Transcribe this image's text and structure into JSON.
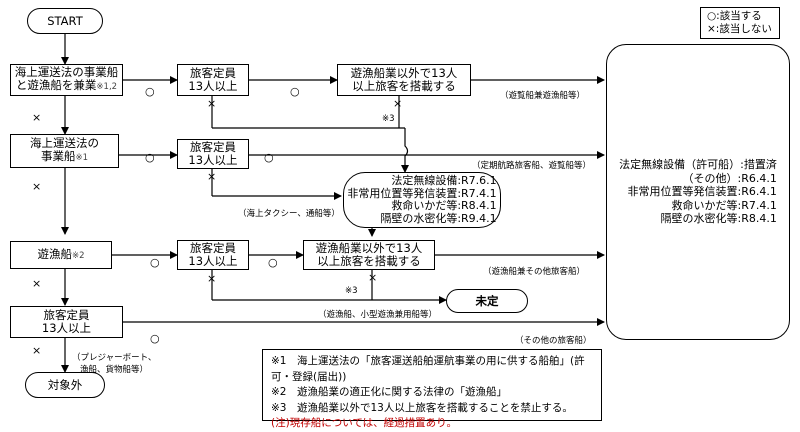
{
  "start": "START",
  "legend": {
    "circle": "○:該当する",
    "cross": "×:該当しない"
  },
  "q1": {
    "line1": "海上運送法の事業船",
    "line2": "と遊漁船を兼業",
    "mark": "※1,2"
  },
  "q1a": {
    "line1": "旅客定員",
    "line2": "13人以上"
  },
  "q1b": {
    "line1": "遊漁船業以外で13人",
    "line2": "以上旅客を搭載する"
  },
  "q2": {
    "line1": "海上運送法の",
    "line2": "事業船",
    "mark": "※1"
  },
  "q2a": {
    "line1": "旅客定員",
    "line2": "13人以上"
  },
  "q3": {
    "label": "遊漁船",
    "mark": "※2"
  },
  "q3a": {
    "line1": "旅客定員",
    "line2": "13人以上"
  },
  "q3b": {
    "line1": "遊漁船業以外で13人",
    "line2": "以上旅客を搭載する"
  },
  "q4": {
    "line1": "旅客定員",
    "line2": "13人以上"
  },
  "result_measure": {
    "lines": [
      "法定無線設備:R7.6.1",
      "非常用位置等発信装置:R7.4.1",
      "救命いかだ等:R8.4.1",
      "隔壁の水密化等:R9.4.1"
    ]
  },
  "result_done": {
    "lines": [
      "法定無線設備（許可船）:措置済",
      "（その他）:R6.4.1",
      "非常用位置等発信装置:R6.4.1",
      "救命いかだ等:R7.4.1",
      "隔壁の水密化等:R8.4.1"
    ]
  },
  "result_undecided": "未定",
  "result_exempt": "対象外",
  "labels": {
    "concurrent": "（遊覧船兼遊漁船等）",
    "regular_route": "（定期航路旅客船、遊覧船等）",
    "sea_taxi": "（海上タクシー、通船等）",
    "fishing_other": "（遊漁船兼その他旅客船）",
    "small_fishing": "（遊漁船、小型遊漁兼用船等）",
    "other_passenger": "（その他の旅客船）",
    "pleasure_1": "（プレジャーボート、",
    "pleasure_2": "漁船、貨物船等）"
  },
  "marks": {
    "yes": "○",
    "no": "×",
    "note3": "※3"
  },
  "notes": [
    "※1　海上運送法の「旅客運送船舶運航事業の用に供する船舶」(許可・登録(届出))",
    "※2　遊漁船業の適正化に関する法律の「遊漁船」",
    "※3　遊漁船業以外で13人以上旅客を搭載することを禁止する。"
  ],
  "caution": "(注)現存船については、経過措置あり。"
}
